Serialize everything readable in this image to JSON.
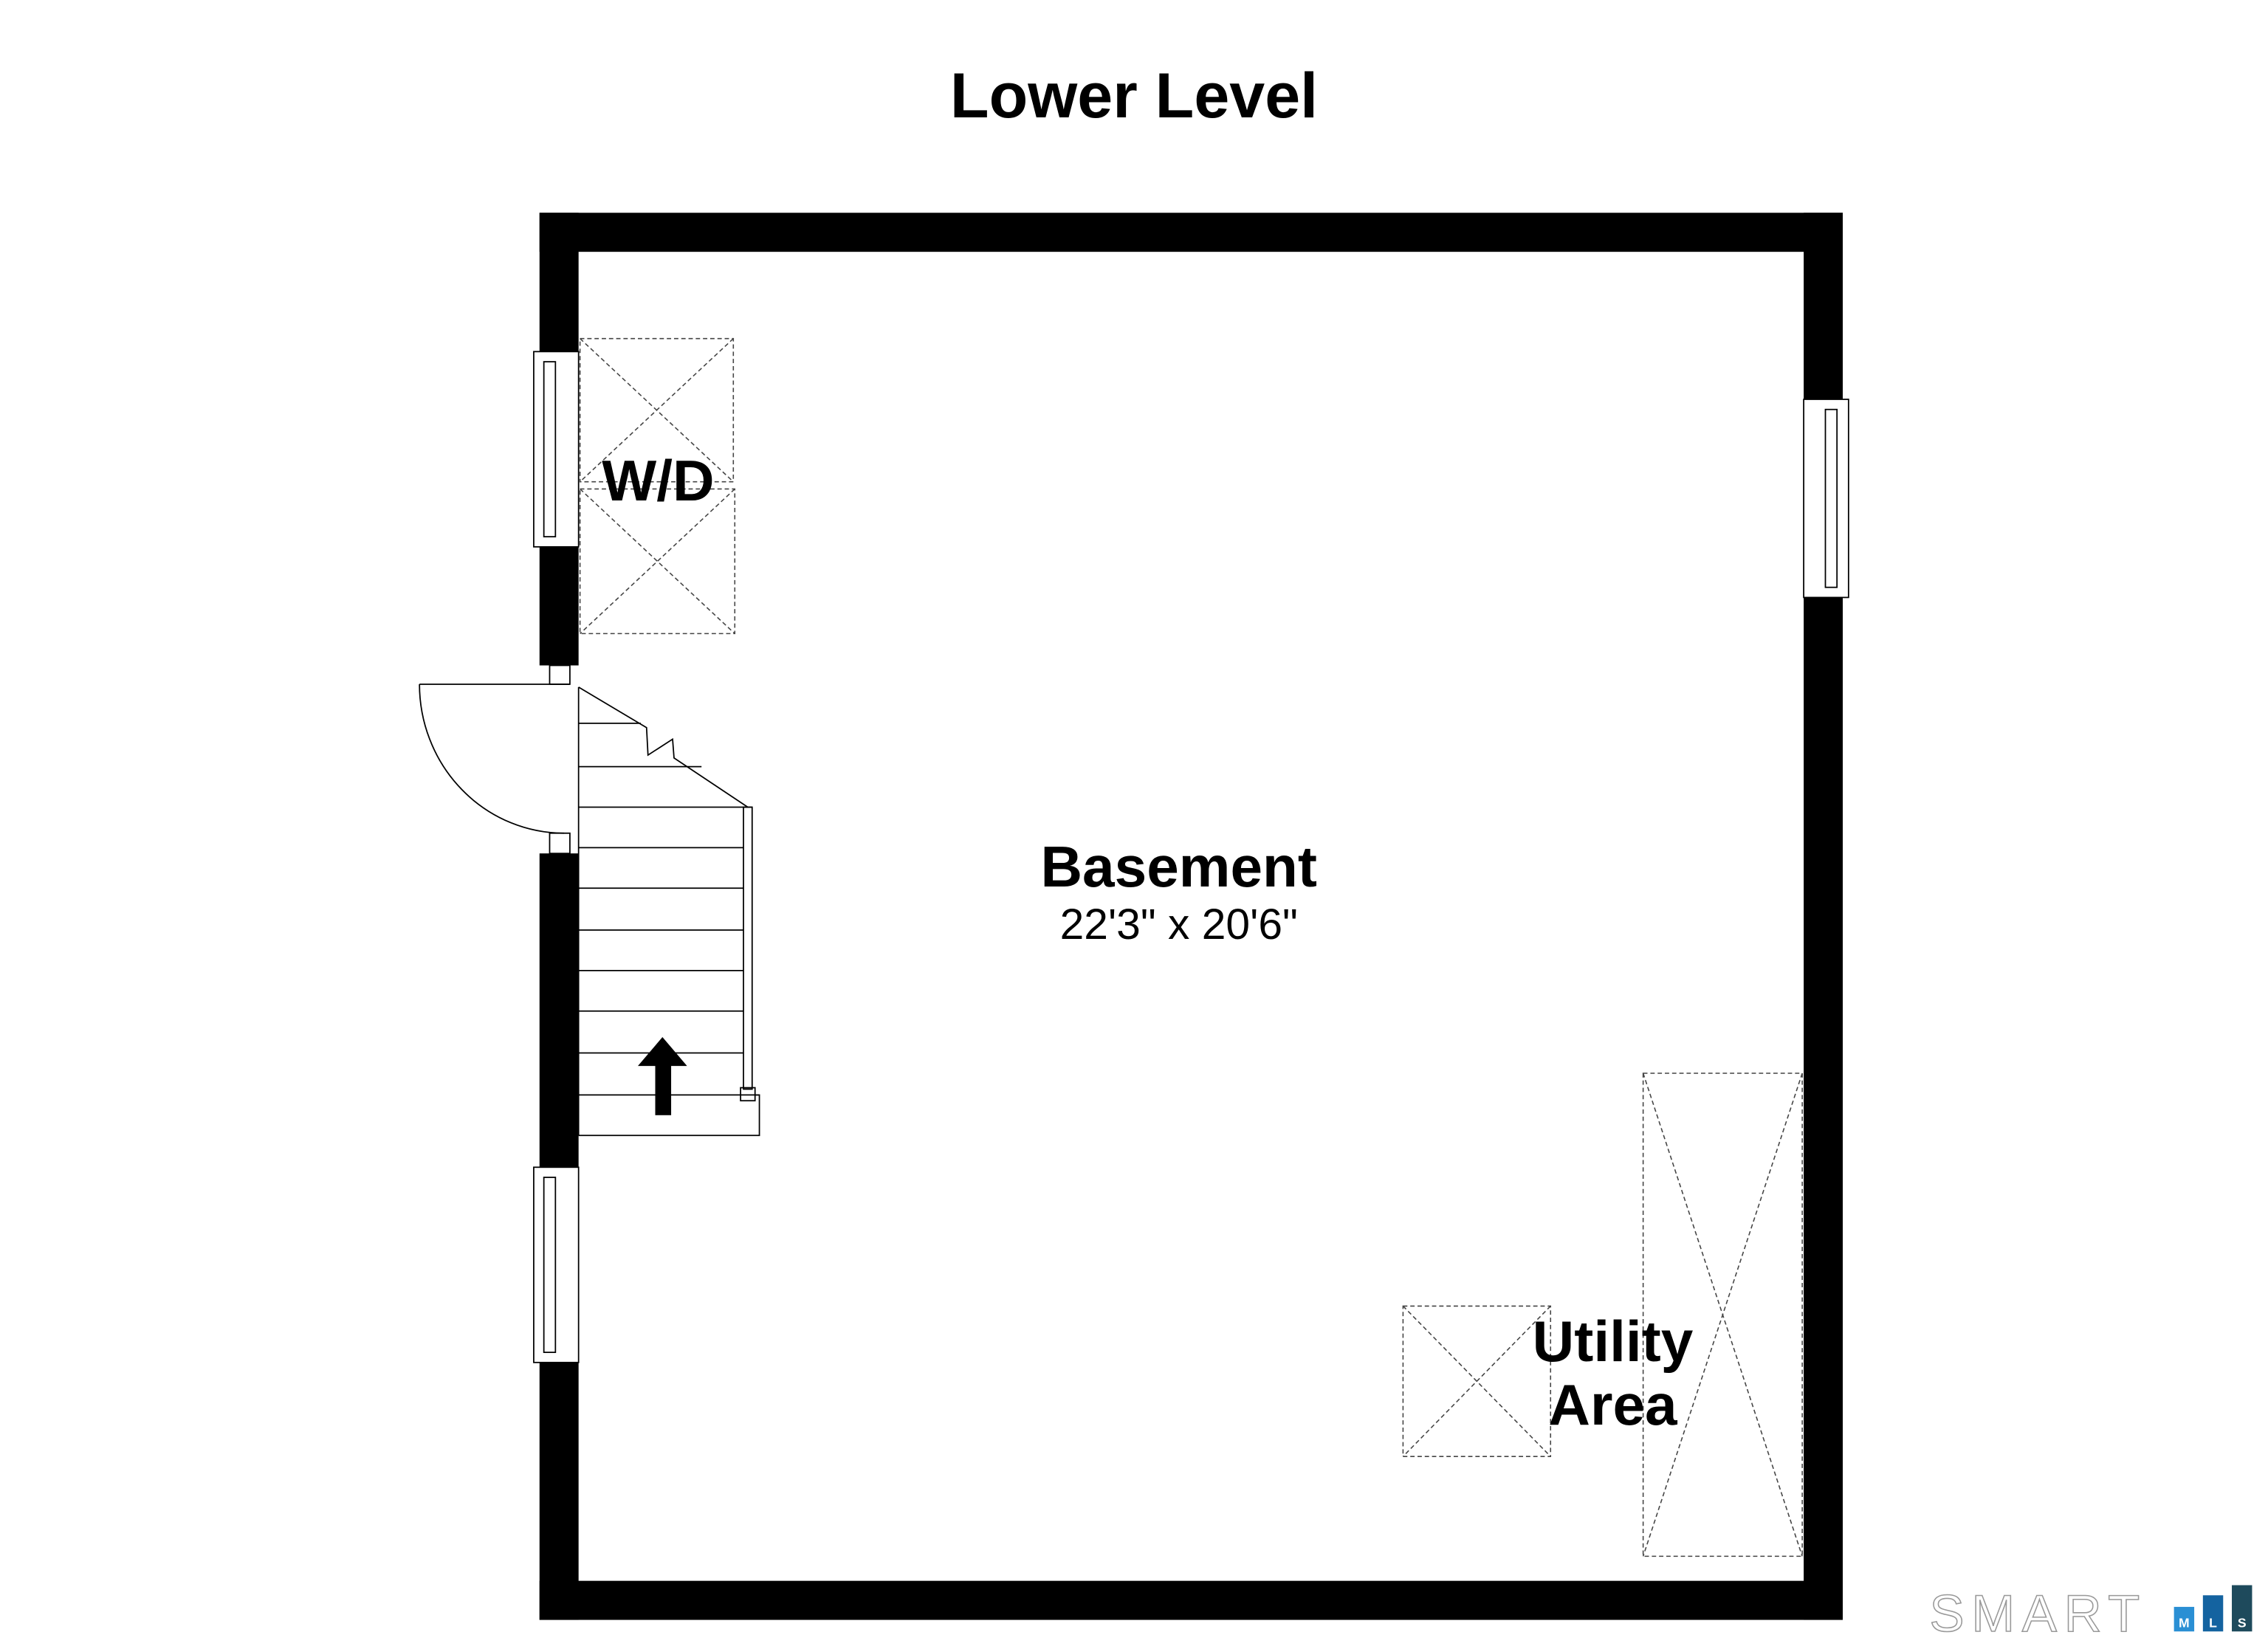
{
  "title": "Lower Level",
  "rooms": {
    "basement": {
      "name": "Basement",
      "dimensions": "22'3\" x 20'6\""
    },
    "washer_dryer": {
      "name": "W/D"
    },
    "utility": {
      "name_line1": "Utility",
      "name_line2": "Area"
    }
  },
  "logo": {
    "text": "SMART",
    "blocks": [
      "M",
      "L",
      "S"
    ],
    "colors": [
      "#2a8fd4",
      "#1463a0",
      "#1e4a5c"
    ]
  }
}
